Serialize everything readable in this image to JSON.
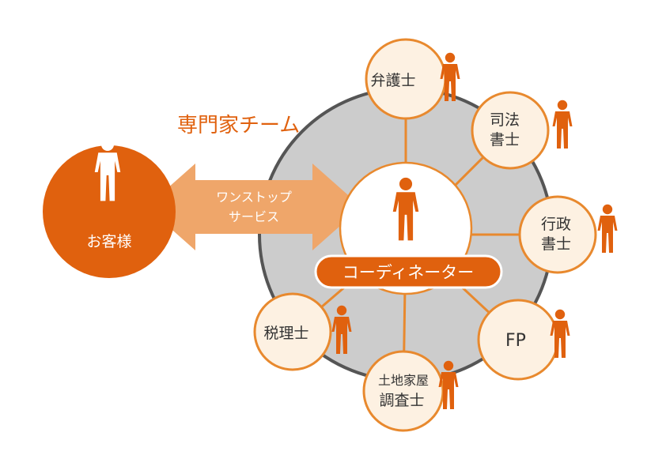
{
  "team_title": "専門家チーム",
  "customer": {
    "label": "お客様"
  },
  "service": {
    "line1": "ワンストップ",
    "line2": "サービス"
  },
  "coordinator": {
    "label": "コーディネーター"
  },
  "experts": {
    "lawyer": {
      "line1": "弁護士"
    },
    "judicial_scrivener": {
      "line1": "司法",
      "line2": "書士"
    },
    "administrative_scrivener": {
      "line1": "行政",
      "line2": "書士"
    },
    "fp": {
      "line1": "FP"
    },
    "land_surveyor": {
      "line1": "土地家屋",
      "line2": "調査士"
    },
    "tax_accountant": {
      "line1": "税理士"
    }
  },
  "colors": {
    "accent": "#e0610e",
    "arrow": "#efa66a",
    "team_circle": "#cccccc",
    "team_circle_stroke": "#555555",
    "node_fill": "#fdf1e2",
    "node_stroke": "#e8892e"
  }
}
